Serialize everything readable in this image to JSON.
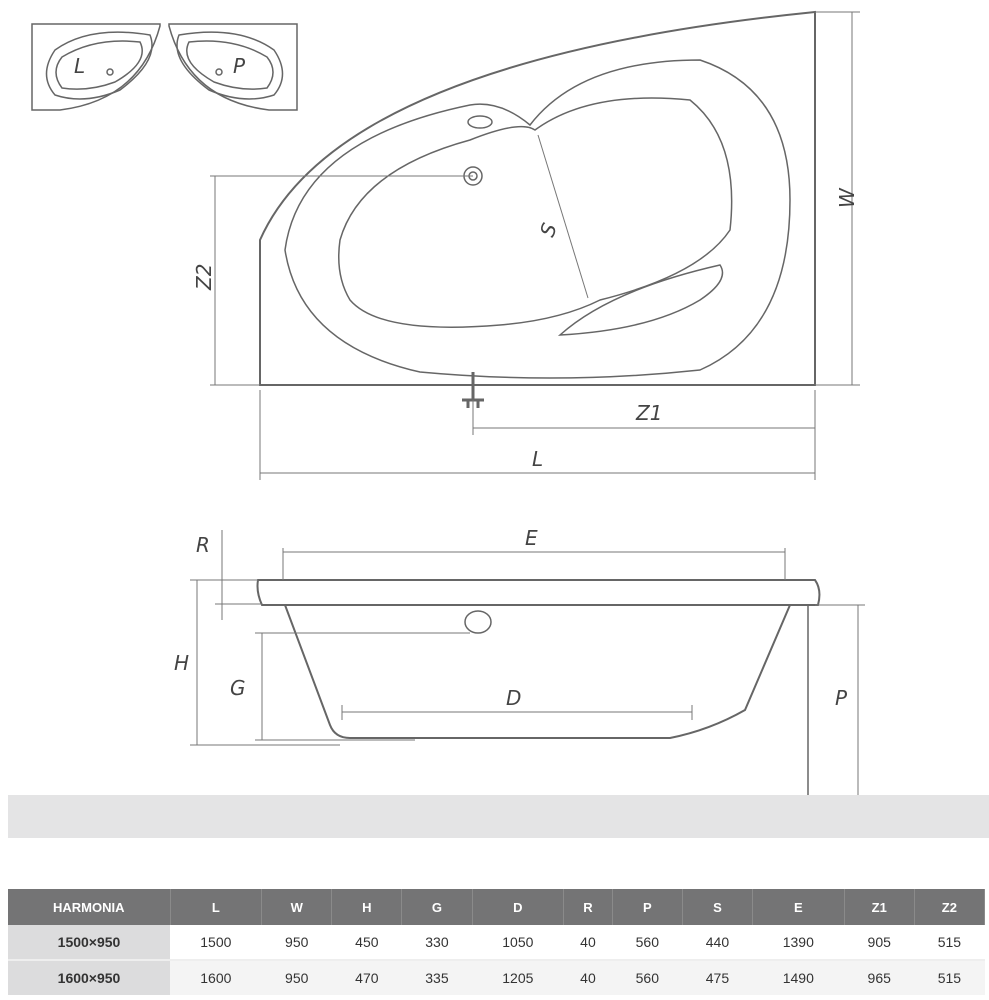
{
  "variants": {
    "left": "L",
    "right": "P"
  },
  "labels": {
    "W": "W",
    "Z2": "Z2",
    "S": "S",
    "Z1": "Z1",
    "L": "L",
    "R": "R",
    "E": "E",
    "H": "H",
    "G": "G",
    "D": "D",
    "P": "P"
  },
  "table": {
    "headers": [
      "HARMONIA",
      "L",
      "W",
      "H",
      "G",
      "D",
      "R",
      "P",
      "S",
      "E",
      "Z1",
      "Z2"
    ],
    "rows": [
      [
        "1500×950",
        "1500",
        "950",
        "450",
        "330",
        "1050",
        "40",
        "560",
        "440",
        "1390",
        "905",
        "515"
      ],
      [
        "1600×950",
        "1600",
        "950",
        "470",
        "335",
        "1205",
        "40",
        "560",
        "475",
        "1490",
        "965",
        "515"
      ]
    ]
  }
}
